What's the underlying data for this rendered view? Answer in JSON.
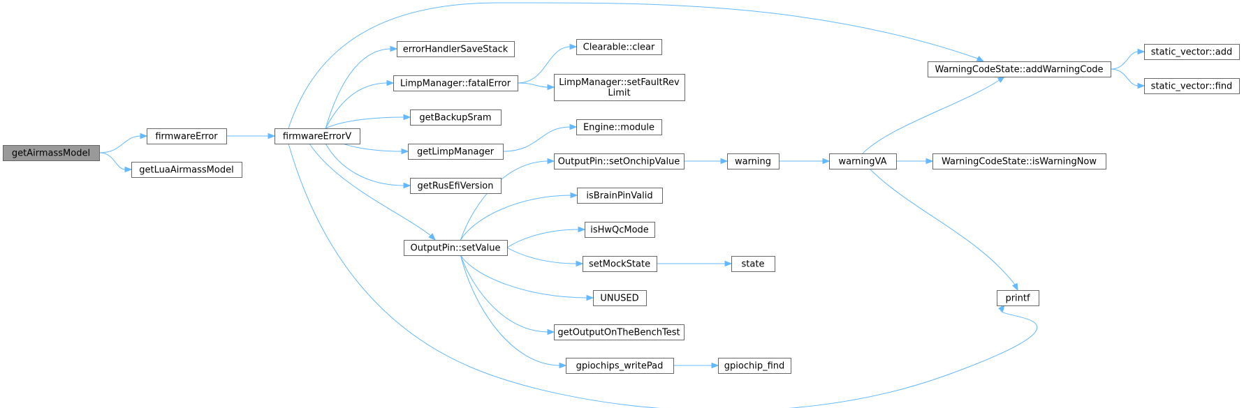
{
  "title": "getAirmassModel call graph",
  "colors": {
    "edge": "#63b8ff",
    "node_border": "#666666",
    "root_fill": "#999999",
    "node_fill": "#ffffff"
  },
  "nodes": [
    {
      "id": "getAirmassModel",
      "label": [
        "getAirmassModel"
      ],
      "root": true
    },
    {
      "id": "firmwareError",
      "label": [
        "firmwareError"
      ]
    },
    {
      "id": "getLuaAirmassModel",
      "label": [
        "getLuaAirmassModel"
      ]
    },
    {
      "id": "firmwareErrorV",
      "label": [
        "firmwareErrorV"
      ]
    },
    {
      "id": "errorHandlerSaveStack",
      "label": [
        "errorHandlerSaveStack"
      ]
    },
    {
      "id": "LimpManager_fatalError",
      "label": [
        "LimpManager::fatalError"
      ]
    },
    {
      "id": "getBackupSram",
      "label": [
        "getBackupSram"
      ]
    },
    {
      "id": "getLimpManager",
      "label": [
        "getLimpManager"
      ]
    },
    {
      "id": "getRusEfiVersion",
      "label": [
        "getRusEfiVersion"
      ]
    },
    {
      "id": "OutputPin_setValue",
      "label": [
        "OutputPin::setValue"
      ]
    },
    {
      "id": "Clearable_clear",
      "label": [
        "Clearable::clear"
      ]
    },
    {
      "id": "LimpManager_setFaultRevLimit",
      "label": [
        "LimpManager::setFaultRev",
        "Limit"
      ]
    },
    {
      "id": "Engine_module",
      "label": [
        "Engine::module"
      ]
    },
    {
      "id": "OutputPin_setOnchipValue",
      "label": [
        "OutputPin::setOnchipValue"
      ]
    },
    {
      "id": "isBrainPinValid",
      "label": [
        "isBrainPinValid"
      ]
    },
    {
      "id": "isHwQcMode",
      "label": [
        "isHwQcMode"
      ]
    },
    {
      "id": "setMockState",
      "label": [
        "setMockState"
      ]
    },
    {
      "id": "UNUSED",
      "label": [
        "UNUSED"
      ]
    },
    {
      "id": "getOutputOnTheBenchTest",
      "label": [
        "getOutputOnTheBenchTest"
      ]
    },
    {
      "id": "gpiochips_writePad",
      "label": [
        "gpiochips_writePad"
      ]
    },
    {
      "id": "warning",
      "label": [
        "warning"
      ]
    },
    {
      "id": "state",
      "label": [
        "state"
      ]
    },
    {
      "id": "gpiochip_find",
      "label": [
        "gpiochip_find"
      ]
    },
    {
      "id": "warningVA",
      "label": [
        "warningVA"
      ]
    },
    {
      "id": "WarningCodeState_addWarningCode",
      "label": [
        "WarningCodeState::addWarningCode"
      ]
    },
    {
      "id": "WarningCodeState_isWarningNow",
      "label": [
        "WarningCodeState::isWarningNow"
      ]
    },
    {
      "id": "printf",
      "label": [
        "printf"
      ]
    },
    {
      "id": "static_vector_add",
      "label": [
        "static_vector::add"
      ]
    },
    {
      "id": "static_vector_find",
      "label": [
        "static_vector::find"
      ]
    }
  ],
  "edges": [
    {
      "from": "getAirmassModel",
      "to": "firmwareError"
    },
    {
      "from": "getAirmassModel",
      "to": "getLuaAirmassModel"
    },
    {
      "from": "firmwareError",
      "to": "firmwareErrorV"
    },
    {
      "from": "firmwareErrorV",
      "to": "WarningCodeState_addWarningCode"
    },
    {
      "from": "firmwareErrorV",
      "to": "errorHandlerSaveStack"
    },
    {
      "from": "firmwareErrorV",
      "to": "LimpManager_fatalError"
    },
    {
      "from": "firmwareErrorV",
      "to": "getBackupSram"
    },
    {
      "from": "firmwareErrorV",
      "to": "getLimpManager"
    },
    {
      "from": "firmwareErrorV",
      "to": "getRusEfiVersion"
    },
    {
      "from": "firmwareErrorV",
      "to": "OutputPin_setValue"
    },
    {
      "from": "firmwareErrorV",
      "to": "printf"
    },
    {
      "from": "LimpManager_fatalError",
      "to": "Clearable_clear"
    },
    {
      "from": "LimpManager_fatalError",
      "to": "LimpManager_setFaultRevLimit"
    },
    {
      "from": "getLimpManager",
      "to": "Engine_module"
    },
    {
      "from": "OutputPin_setValue",
      "to": "OutputPin_setOnchipValue"
    },
    {
      "from": "OutputPin_setValue",
      "to": "isBrainPinValid"
    },
    {
      "from": "OutputPin_setValue",
      "to": "isHwQcMode"
    },
    {
      "from": "OutputPin_setValue",
      "to": "setMockState"
    },
    {
      "from": "OutputPin_setValue",
      "to": "UNUSED"
    },
    {
      "from": "OutputPin_setValue",
      "to": "getOutputOnTheBenchTest"
    },
    {
      "from": "OutputPin_setValue",
      "to": "gpiochips_writePad"
    },
    {
      "from": "OutputPin_setOnchipValue",
      "to": "warning"
    },
    {
      "from": "setMockState",
      "to": "state"
    },
    {
      "from": "gpiochips_writePad",
      "to": "gpiochip_find"
    },
    {
      "from": "warning",
      "to": "warningVA"
    },
    {
      "from": "warningVA",
      "to": "WarningCodeState_addWarningCode"
    },
    {
      "from": "warningVA",
      "to": "WarningCodeState_isWarningNow"
    },
    {
      "from": "warningVA",
      "to": "printf"
    },
    {
      "from": "WarningCodeState_addWarningCode",
      "to": "static_vector_add"
    },
    {
      "from": "WarningCodeState_addWarningCode",
      "to": "static_vector_find"
    }
  ]
}
